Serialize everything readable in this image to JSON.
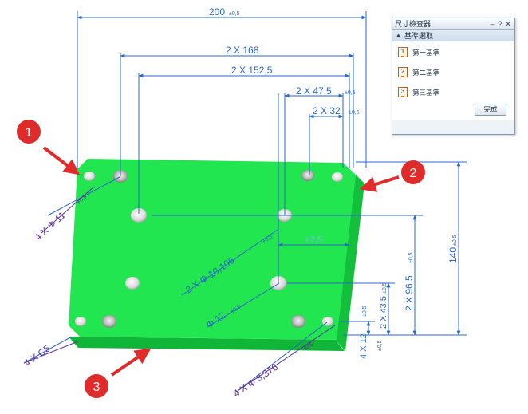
{
  "dimensions": {
    "width_total": "200",
    "width_total_tol": "±0,5",
    "span_168": "2 X   168",
    "span_152": "2 X   152,5",
    "span_47_5": "2 X   47,5",
    "span_47_5_tol": "±0,5",
    "span_32": "2 X   32",
    "span_32_tol": "±0,5",
    "height_total": "140",
    "height_total_tol": "±0,5",
    "v_96_5": "2 X   96,5",
    "v_96_5_tol": "±0,5",
    "v_43_5": "2 X   43,5",
    "v_43_5_tol": "±0,5",
    "v_12": "4 X   12",
    "v_12_tol": "±0,5",
    "v_tol_small": "±0,5",
    "h_47_5": "47,5",
    "dia_11": "4 X   Φ 11",
    "dia_11_tol": "±0,5",
    "dia_10_106": "2 X   Φ 10,106",
    "dia_10_106_tol": "±0,5",
    "dia_12": "Φ 12",
    "dia_12_tol": "±0,5",
    "dia_8_376": "4 X   Φ 8,376",
    "dia_8_376_tol": "±0,5",
    "chamfer": "4 X   C5"
  },
  "callouts": {
    "c1": "1",
    "c2": "2",
    "c3": "3"
  },
  "colors": {
    "part_top": "#1fe54d",
    "part_edge": "#0fb834",
    "dim_blue": "#2b67c9",
    "dim_purple": "#5b2fa0",
    "callout_red": "#e02b2b"
  },
  "panel": {
    "title": "尺寸檢查器",
    "section": "基準選取",
    "datum_1_num": "1",
    "datum_1": "第一基準",
    "datum_2_num": "2",
    "datum_2": "第二基準",
    "datum_3_num": "3",
    "datum_3": "第三基準",
    "done": "完成"
  }
}
